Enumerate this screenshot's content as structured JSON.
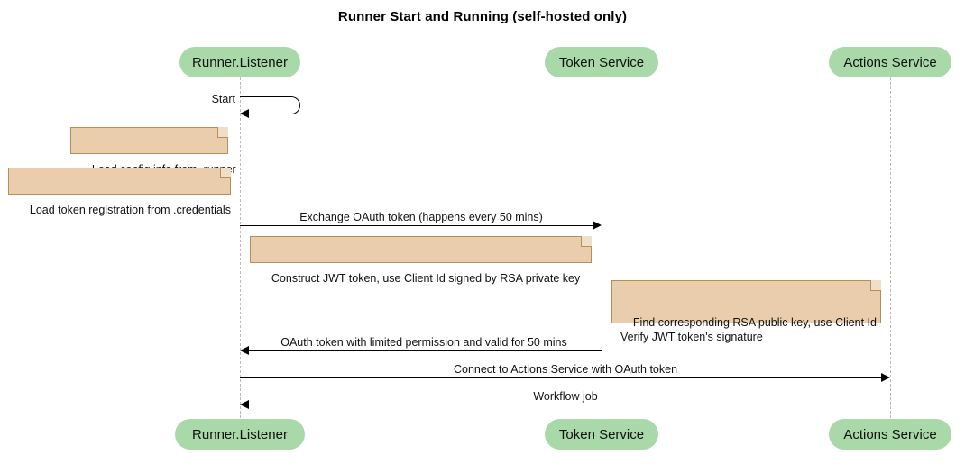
{
  "diagram": {
    "title": "Runner Start and Running (self-hosted only)",
    "type": "sequence-diagram",
    "colors": {
      "participant_fill": "#a9d8a9",
      "note_fill": "#e9cdac",
      "note_border": "#b29058",
      "lifeline": "#b9b9b9",
      "arrow": "#000000"
    },
    "participants": [
      {
        "id": "runner",
        "label": "Runner.Listener"
      },
      {
        "id": "token",
        "label": "Token Service"
      },
      {
        "id": "actions",
        "label": "Actions Service"
      }
    ],
    "notes": [
      {
        "id": "note-config",
        "lines": "Load config info from .runner"
      },
      {
        "id": "note-credentials",
        "lines": "Load token registration from .credentials"
      },
      {
        "id": "note-jwt",
        "lines": "Construct JWT token, use Client Id signed by RSA private key"
      },
      {
        "id": "note-verify",
        "lines": "Find corresponding RSA public key, use Client Id\nVerify JWT token's signature"
      }
    ],
    "messages": [
      {
        "id": "msg-start",
        "label": "Start",
        "from": "runner",
        "to": "runner",
        "kind": "self"
      },
      {
        "id": "msg-exchange",
        "label": "Exchange OAuth token (happens every 50 mins)",
        "from": "runner",
        "to": "token",
        "kind": "right"
      },
      {
        "id": "msg-oauth",
        "label": "OAuth token with limited permission and valid for 50 mins",
        "from": "token",
        "to": "runner",
        "kind": "left"
      },
      {
        "id": "msg-connect",
        "label": "Connect to Actions Service with OAuth token",
        "from": "runner",
        "to": "actions",
        "kind": "right"
      },
      {
        "id": "msg-workflow",
        "label": "Workflow job",
        "from": "actions",
        "to": "runner",
        "kind": "left"
      }
    ]
  }
}
